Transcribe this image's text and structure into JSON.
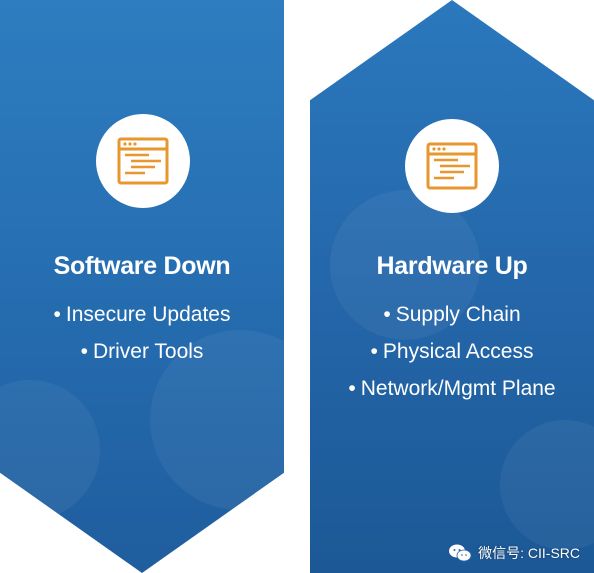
{
  "left_panel": {
    "title": "Software Down",
    "items": [
      "Insecure Updates",
      "Driver Tools"
    ]
  },
  "right_panel": {
    "title": "Hardware Up",
    "items": [
      "Supply Chain",
      "Physical Access",
      "Network/Mgmt Plane"
    ]
  },
  "watermark": {
    "text": "微信号: CII-SRC"
  },
  "icons": {
    "panel_icon": "browser-window-icon",
    "watermark_icon": "wechat-icon"
  },
  "colors": {
    "panel_blue": "#2670b3",
    "icon_orange": "#e8962e",
    "text": "#ffffff"
  }
}
